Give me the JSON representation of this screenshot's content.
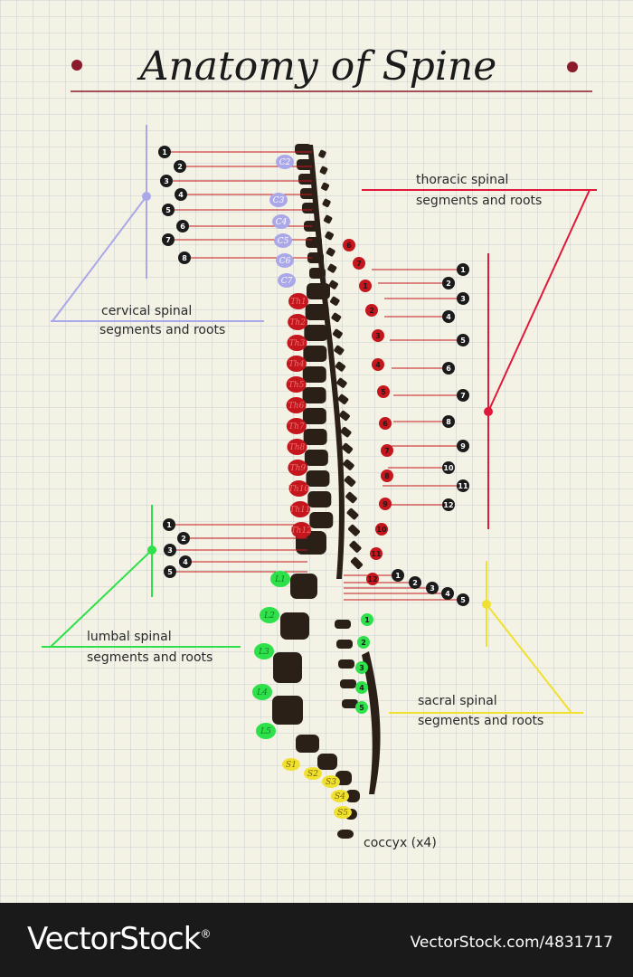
{
  "title": "Anatomy of Spine",
  "labels": {
    "cervical": [
      "cervical spinal",
      "segments and roots"
    ],
    "thoracic": [
      "thoracic spinal",
      "segments and roots"
    ],
    "lumbal": [
      "lumbal spinal",
      "segments and roots"
    ],
    "sacral": [
      "sacral spinal",
      "segments and roots"
    ],
    "coccyx": "coccyx (x4)"
  },
  "vertebrae": {
    "cervical": [
      "C2",
      "C3",
      "C4",
      "C5",
      "C6",
      "C7"
    ],
    "thoracic": [
      "Th1",
      "Th2",
      "Th3",
      "Th4",
      "Th5",
      "Th6",
      "Th7",
      "Th8",
      "Th9",
      "Th10",
      "Th11",
      "Th12"
    ],
    "lumbar": [
      "L1",
      "L2",
      "L3",
      "L4",
      "L5"
    ],
    "sacral": [
      "S1",
      "S2",
      "S3",
      "S4",
      "S5"
    ]
  },
  "nerves": {
    "cervical": [
      "1",
      "2",
      "3",
      "4",
      "5",
      "6",
      "7",
      "8"
    ],
    "thoracic_inner": [
      "6",
      "7",
      "1",
      "2",
      "3",
      "4",
      "5",
      "6",
      "7",
      "8",
      "9",
      "10",
      "11",
      "12"
    ],
    "thoracic_outer": [
      "1",
      "2",
      "3",
      "4",
      "5",
      "6",
      "7",
      "8",
      "9",
      "10",
      "11",
      "12"
    ],
    "lumbar": [
      "1",
      "2",
      "3",
      "4",
      "5"
    ],
    "sacral_right": [
      "1",
      "2",
      "3",
      "4",
      "5"
    ],
    "sacral_green": [
      "1",
      "2",
      "3",
      "4",
      "5"
    ]
  },
  "colors": {
    "cervical": "#aaa8e8",
    "thoracic": "#c4161c",
    "lumbar": "#2ee04a",
    "sacral": "#f0e030",
    "bone": "#2b2018",
    "accent": "#8b1a2a"
  },
  "footer": {
    "brand": "VectorStock",
    "registered": "®",
    "ident": "VectorStock.com/4831717"
  }
}
